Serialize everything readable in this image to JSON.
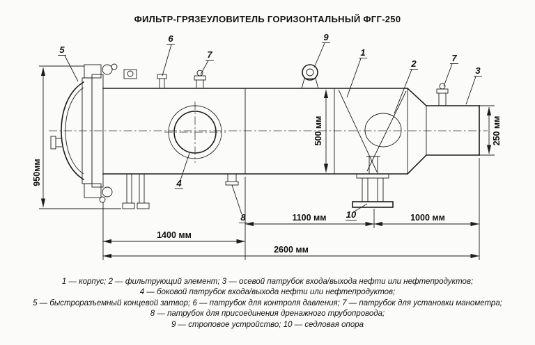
{
  "title": "ФИЛЬТР-ГРЯЗЕУЛОВИТЕЛЬ ГОРИЗОНТАЛЬНЫЙ ФГГ-250",
  "colors": {
    "paper": "#fbfbf9",
    "ink": "#1c1c1c"
  },
  "dimensions": {
    "d950": "950мм",
    "d500": "500 мм",
    "d250": "250 мм",
    "d1100": "1100 мм",
    "d1000": "1000 мм",
    "d1400": "1400 мм",
    "d2600": "2600 мм"
  },
  "callouts": {
    "n1": "1",
    "n2": "2",
    "n3": "3",
    "n4": "4",
    "n5": "5",
    "n6": "6",
    "n7": "7",
    "n8": "8",
    "n9": "9",
    "n10": "10"
  },
  "legend": {
    "lines": [
      "1 — корпус; 2 — фильтрующий элемент; 3 — осевой патрубок входа/выхода нефти или нефтепродуктов;",
      "4 — боковой патрубок входа/выхода нефти или нефтепродуктов;",
      "5 — быстроразъемный концевой затвор; 6 — патрубок для контроля давления; 7 — патрубок для установки манометра;",
      "8 — патрубок для присоединения дренажного трубопровода;",
      "9 — строповое устройство; 10 — седловая опора"
    ]
  }
}
